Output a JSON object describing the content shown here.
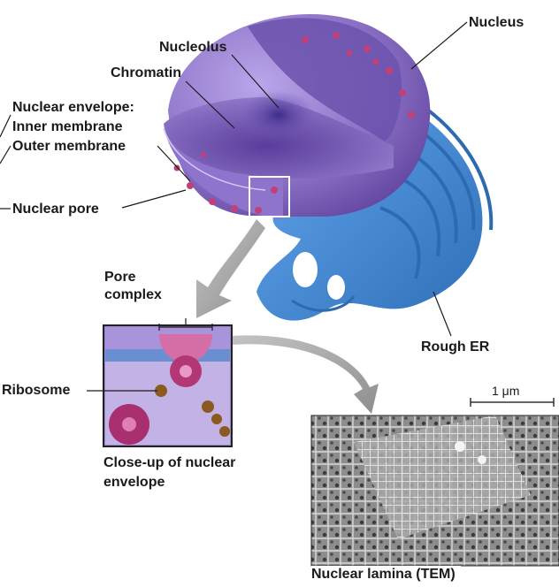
{
  "labels": {
    "nucleus": "Nucleus",
    "nucleolus": "Nucleolus",
    "chromatin": "Chromatin",
    "nuclear_envelope": "Nuclear envelope:",
    "inner_membrane": "Inner membrane",
    "outer_membrane": "Outer membrane",
    "nuclear_pore": "Nuclear pore",
    "pore_complex_line1": "Pore",
    "pore_complex_line2": "complex",
    "ribosome": "Ribosome",
    "rough_er": "Rough ER",
    "scale_bar": "1 μm",
    "closeup_caption_line1": "Close-up of nuclear",
    "closeup_caption_line2": "envelope",
    "tem_caption": "Nuclear lamina (TEM)"
  },
  "colors": {
    "nucleus_purple": "#8a6fc4",
    "nucleus_dark": "#5b3f9a",
    "er_blue": "#4a8fd6",
    "pore_pink": "#c0407a",
    "ribosome_brown": "#8a5a20",
    "arrow_gray": "#a8a8a8"
  }
}
